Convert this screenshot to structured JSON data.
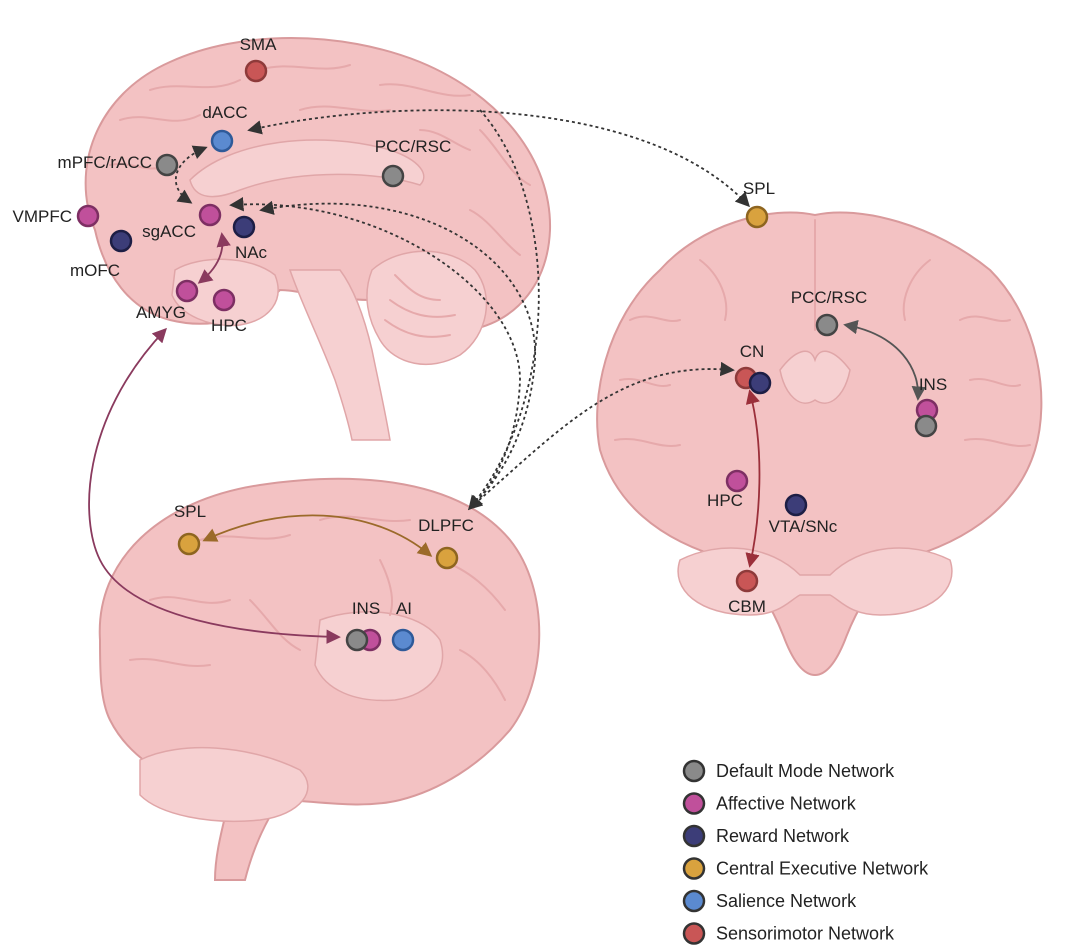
{
  "colors": {
    "default_mode": "#8a8a8a",
    "affective": "#c0509b",
    "reward": "#3c3d78",
    "central_executive": "#d9a23e",
    "salience": "#5b8ad0",
    "sensorimotor": "#c95656"
  },
  "sagittal": {
    "labels": {
      "sma": "SMA",
      "dacc": "dACC",
      "mpfc": "mPFC/rACC",
      "pcc": "PCC/RSC",
      "vmpfc": "VMPFC",
      "sgacc": "sgACC",
      "nac": "NAc",
      "mofc": "mOFC",
      "amyg": "AMYG",
      "hpc": "HPC"
    }
  },
  "coronal": {
    "labels": {
      "spl": "SPL",
      "pcc": "PCC/RSC",
      "cn": "CN",
      "ins": "INS",
      "hpc": "HPC",
      "vta": "VTA/SNc",
      "cbm": "CBM"
    }
  },
  "lateral": {
    "labels": {
      "spl": "SPL",
      "dlpfc": "DLPFC",
      "ins": "INS",
      "ai": "AI"
    }
  },
  "legend": [
    {
      "label": "Default Mode Network",
      "color": "#8a8a8a"
    },
    {
      "label": "Affective Network",
      "color": "#c0509b"
    },
    {
      "label": "Reward Network",
      "color": "#3c3d78"
    },
    {
      "label": "Central Executive Network",
      "color": "#d9a23e"
    },
    {
      "label": "Salience Network",
      "color": "#5b8ad0"
    },
    {
      "label": "Sensorimotor Network",
      "color": "#c95656"
    }
  ]
}
